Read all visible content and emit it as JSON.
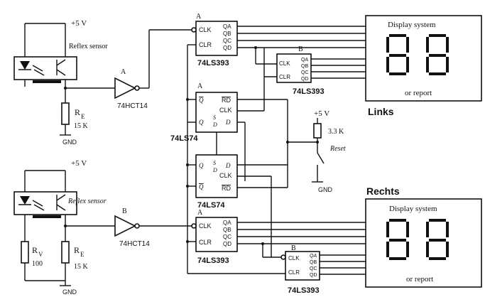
{
  "supply": {
    "top": "+5 V",
    "bottom": "+5 V",
    "reset_supply": "+5 V"
  },
  "sensors": {
    "top": {
      "label": "Reflex sensor",
      "resistor_name": "R",
      "resistor_sub": "E",
      "resistor_value": "15 K",
      "ground": "GND"
    },
    "bottom": {
      "label": "Reflex sensor",
      "rv_name": "R",
      "rv_sub": "V",
      "rv_value": "100",
      "re_name": "R",
      "re_sub": "E",
      "re_value": "15 K",
      "ground": "GND"
    }
  },
  "inverters": {
    "top": {
      "tag": "A",
      "part": "74HCT14"
    },
    "bottom": {
      "tag": "B",
      "part": "74HCT14"
    }
  },
  "counters": {
    "top_a": {
      "tag": "A",
      "part": "74LS393",
      "pins_left": [
        "CLK",
        "CLR"
      ],
      "pins_right": [
        "QA",
        "QB",
        "QC",
        "QD"
      ]
    },
    "top_b": {
      "tag": "B",
      "part": "74LS393",
      "pins_left": [
        "CLK",
        "CLR"
      ],
      "pins_right": [
        "QA",
        "QB",
        "QC",
        "QD"
      ]
    },
    "bottom_a": {
      "tag": "A",
      "part": "74LS393",
      "pins_left": [
        "CLK",
        "CLR"
      ],
      "pins_right": [
        "QA",
        "QB",
        "QC",
        "QD"
      ]
    },
    "bottom_b": {
      "tag": "B",
      "part": "74LS393",
      "pins_left": [
        "CLK",
        "CLR"
      ],
      "pins_right": [
        "QA",
        "QB",
        "QC",
        "QD"
      ]
    }
  },
  "flipflops": {
    "a": {
      "tag": "A",
      "part": "74LS74",
      "q_bar": "Q",
      "q": "Q",
      "sd_top": "S",
      "sd_bottom": "D",
      "rd": "RD",
      "clk": "CLK",
      "d": "D"
    },
    "b": {
      "part": "74LS74",
      "q": "Q",
      "q_bar": "Q",
      "sd_top": "S",
      "sd_bottom": "D",
      "d": "D",
      "clk": "CLK",
      "rd": "RD"
    }
  },
  "reset": {
    "resistor": "3.3 K",
    "label": "Reset",
    "ground": "GND"
  },
  "displays": {
    "links": {
      "title": "Display system",
      "footer": "or report",
      "side_label": "Links"
    },
    "rechts": {
      "title": "Display system",
      "footer": "or report",
      "side_label": "Rechts"
    }
  }
}
